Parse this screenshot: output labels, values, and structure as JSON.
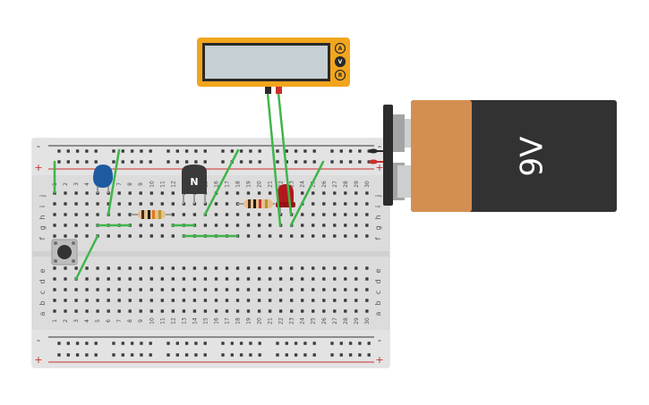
{
  "breadboard": {
    "columns": [
      "1",
      "2",
      "3",
      "4",
      "5",
      "6",
      "7",
      "8",
      "9",
      "10",
      "11",
      "12",
      "13",
      "14",
      "15",
      "16",
      "17",
      "18",
      "19",
      "20",
      "21",
      "22",
      "23",
      "24",
      "25",
      "26",
      "27",
      "28",
      "29",
      "30"
    ],
    "rows_top": [
      "j",
      "i",
      "h",
      "g",
      "f"
    ],
    "rows_bottom": [
      "e",
      "d",
      "c",
      "b",
      "a"
    ],
    "rail_minus": "-",
    "rail_plus": "+"
  },
  "multimeter": {
    "modes": [
      "A",
      "V",
      "R"
    ],
    "active_mode": "V",
    "display": ""
  },
  "transistor": {
    "label": "N"
  },
  "battery": {
    "label": "9V"
  },
  "colors": {
    "wire": "#3fb54a",
    "multimeter_body": "#f2a51d",
    "battery_copper": "#d38f50",
    "battery_body": "#323232",
    "capacitor": "#1e5aa0",
    "led": "#b3171d",
    "rail_red": "#c8302c"
  },
  "icons": [
    "pushbutton-icon",
    "capacitor-icon",
    "transistor-icon",
    "resistor-icon",
    "led-icon",
    "battery-icon",
    "multimeter-icon"
  ]
}
